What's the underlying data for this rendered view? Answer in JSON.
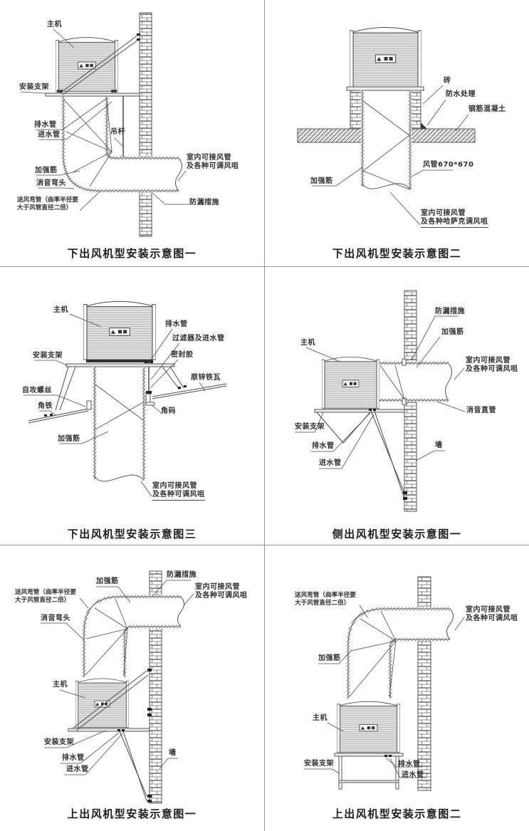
{
  "colors": {
    "background": "#ffffff",
    "line": "#4a4a4a",
    "divider": "#9b9b9b",
    "text": "#2f2f2f"
  },
  "panels": [
    {
      "title": "下出风机型安装示意图一",
      "labels": {
        "zhuji": "主机",
        "anzhuang": "安装支架",
        "paishui": "排水管",
        "jinshui": "进水管",
        "diaogan": "吊杆",
        "jiaqiang": "加强筋",
        "xiaoyin": "消音弯头",
        "songfeng1": "送风弯管（曲率半径要",
        "songfeng2": "大于风管直径二倍）",
        "shinei1": "室内可接风管",
        "shinei2": "及各种可调风咀",
        "fanglou": "防漏措施"
      }
    },
    {
      "title": "下出风机型安装示意图二",
      "labels": {
        "zhuan": "砖",
        "fangshui": "防水处理",
        "gangjin": "钢筋混凝土",
        "fengguan": "风管670*670",
        "jiaqiang": "加强筋",
        "shinei1": "室内可接风管",
        "shinei2": "及各种哈萨克调风咀"
      }
    },
    {
      "title": "下出风机型安装示意图三",
      "labels": {
        "zhuji": "主机",
        "anzhuang": "安装支架",
        "zigong": "自攻螺丝",
        "jiaotie": "角铁",
        "jiaqiang": "加强筋",
        "paishui": "排水管",
        "guolv": "过滤器及进水管",
        "mifeng": "密封胶",
        "yuanxin": "原锌铁瓦",
        "jiaoma": "角码",
        "shinei1": "室内可接风管",
        "shinei2": "及各种可调风咀"
      }
    },
    {
      "title": "侧出风机型安装示意图一",
      "labels": {
        "zhuji": "主机",
        "fanglou": "防漏措施",
        "jiaqiang": "加强筋",
        "shinei1": "室内可接风管",
        "shinei2": "及各种可调风咀",
        "xiaoyin": "消音直管",
        "anzhuang": "安装支架",
        "paishui": "排水管",
        "jinshui": "进水管",
        "qiang": "墙"
      }
    },
    {
      "title": "上出风机型安装示意图一",
      "labels": {
        "jiaqiang": "加强筋",
        "fanglou": "防漏措施",
        "songfeng1": "送风弯管（曲率半径要",
        "songfeng2": "大于风管直径二倍）",
        "shinei1": "室内可接风管",
        "shinei2": "及各种可调风咀",
        "xiaoyin": "消音弯头",
        "zhuji": "主机",
        "anzhuang": "安装支架",
        "paishui": "排水管",
        "jinshui": "进水管",
        "qiang": "墙"
      }
    },
    {
      "title": "上出风机型安装示意图二",
      "labels": {
        "songfeng1": "送风弯管（曲率半径要",
        "songfeng2": "大于风管直径二倍）",
        "shinei1": "室内可接风管",
        "shinei2": "及各种可调风咀",
        "jiaqiang": "加强筋",
        "zhuji": "主机",
        "anzhuang": "安装支架",
        "paishui": "排水管",
        "jinshui": "进水管"
      }
    }
  ]
}
